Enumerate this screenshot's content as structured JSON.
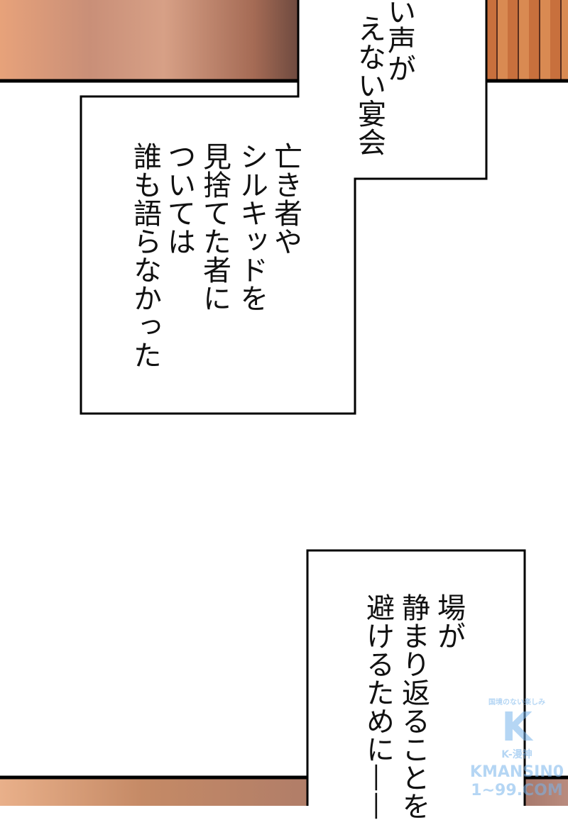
{
  "captions": {
    "top": [
      "い声が",
      "えない宴会"
    ],
    "middle": [
      "亡き者や",
      "シルキッドを",
      "見捨てた者に",
      "ついては",
      "誰も語らなかった"
    ],
    "bottom": [
      "場が",
      "静まり返ることを",
      "避けるために——"
    ]
  },
  "watermark": {
    "tagline": "国境のない楽しみ",
    "logo_letter": "K",
    "brand": "K-漫神",
    "site": "KMANSIN01~99.COM"
  },
  "colors": {
    "skin": "#d98e5e",
    "border": "#000000",
    "watermark": "#78b4eb"
  }
}
